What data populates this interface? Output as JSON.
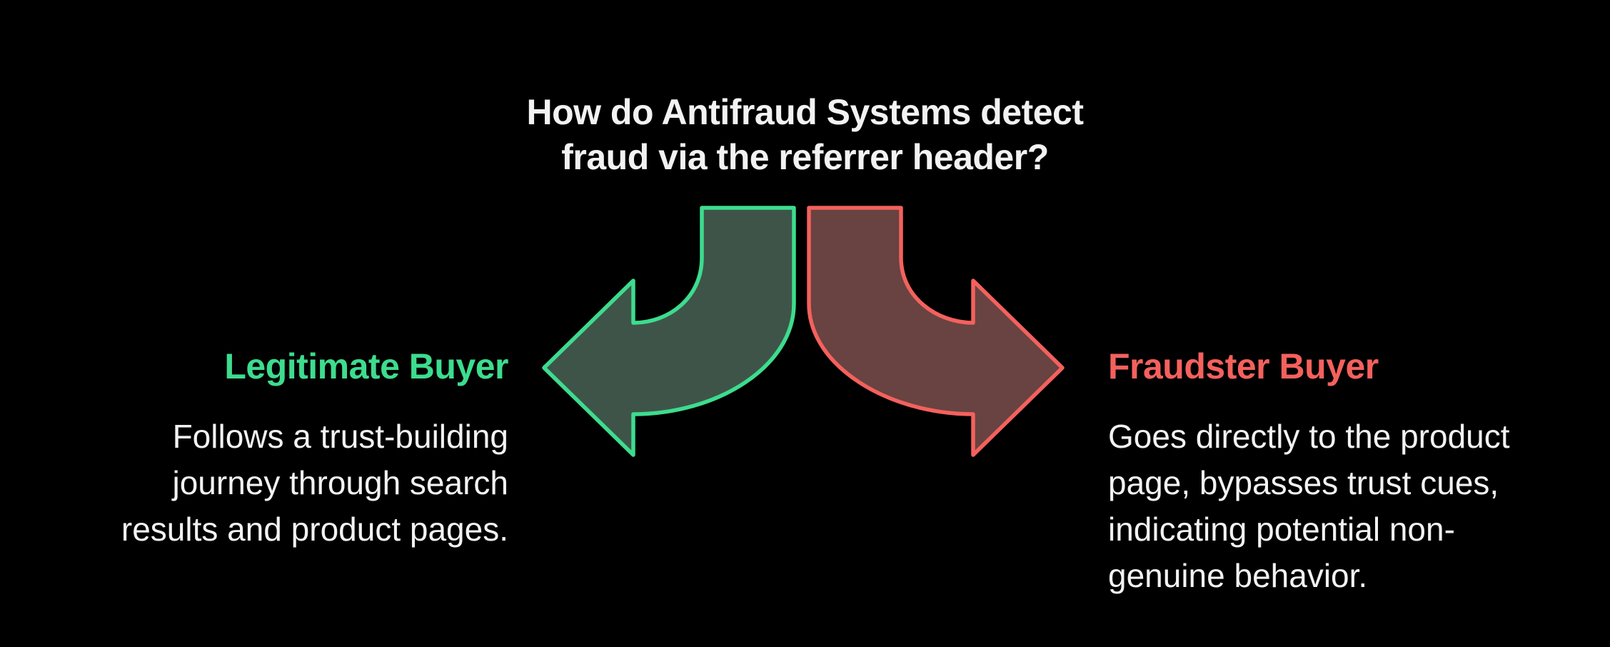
{
  "title": {
    "lines": [
      "How do Antifraud Systems detect",
      "fraud via the referrer header?"
    ]
  },
  "branches": {
    "legitimate": {
      "label": "Legitimate Buyer",
      "description_lines": [
        "Follows a trust-building",
        "journey through search",
        "results and product pages."
      ],
      "icon": "curved-arrow-down-left"
    },
    "fraudster": {
      "label": "Fraudster Buyer",
      "description_lines": [
        "Goes directly to the product",
        "page, bypasses trust cues,",
        "indicating potential non-",
        "genuine behavior."
      ],
      "icon": "curved-arrow-down-right"
    }
  },
  "colors": {
    "background": "#000000",
    "title_text": "#f2f2f2",
    "body_text": "#f2f2f2",
    "legitimate_accent": "#3ddc8e",
    "fraudster_accent": "#f4615d",
    "arrow_green_fill": "#3e5449",
    "arrow_red_fill": "#684341"
  }
}
